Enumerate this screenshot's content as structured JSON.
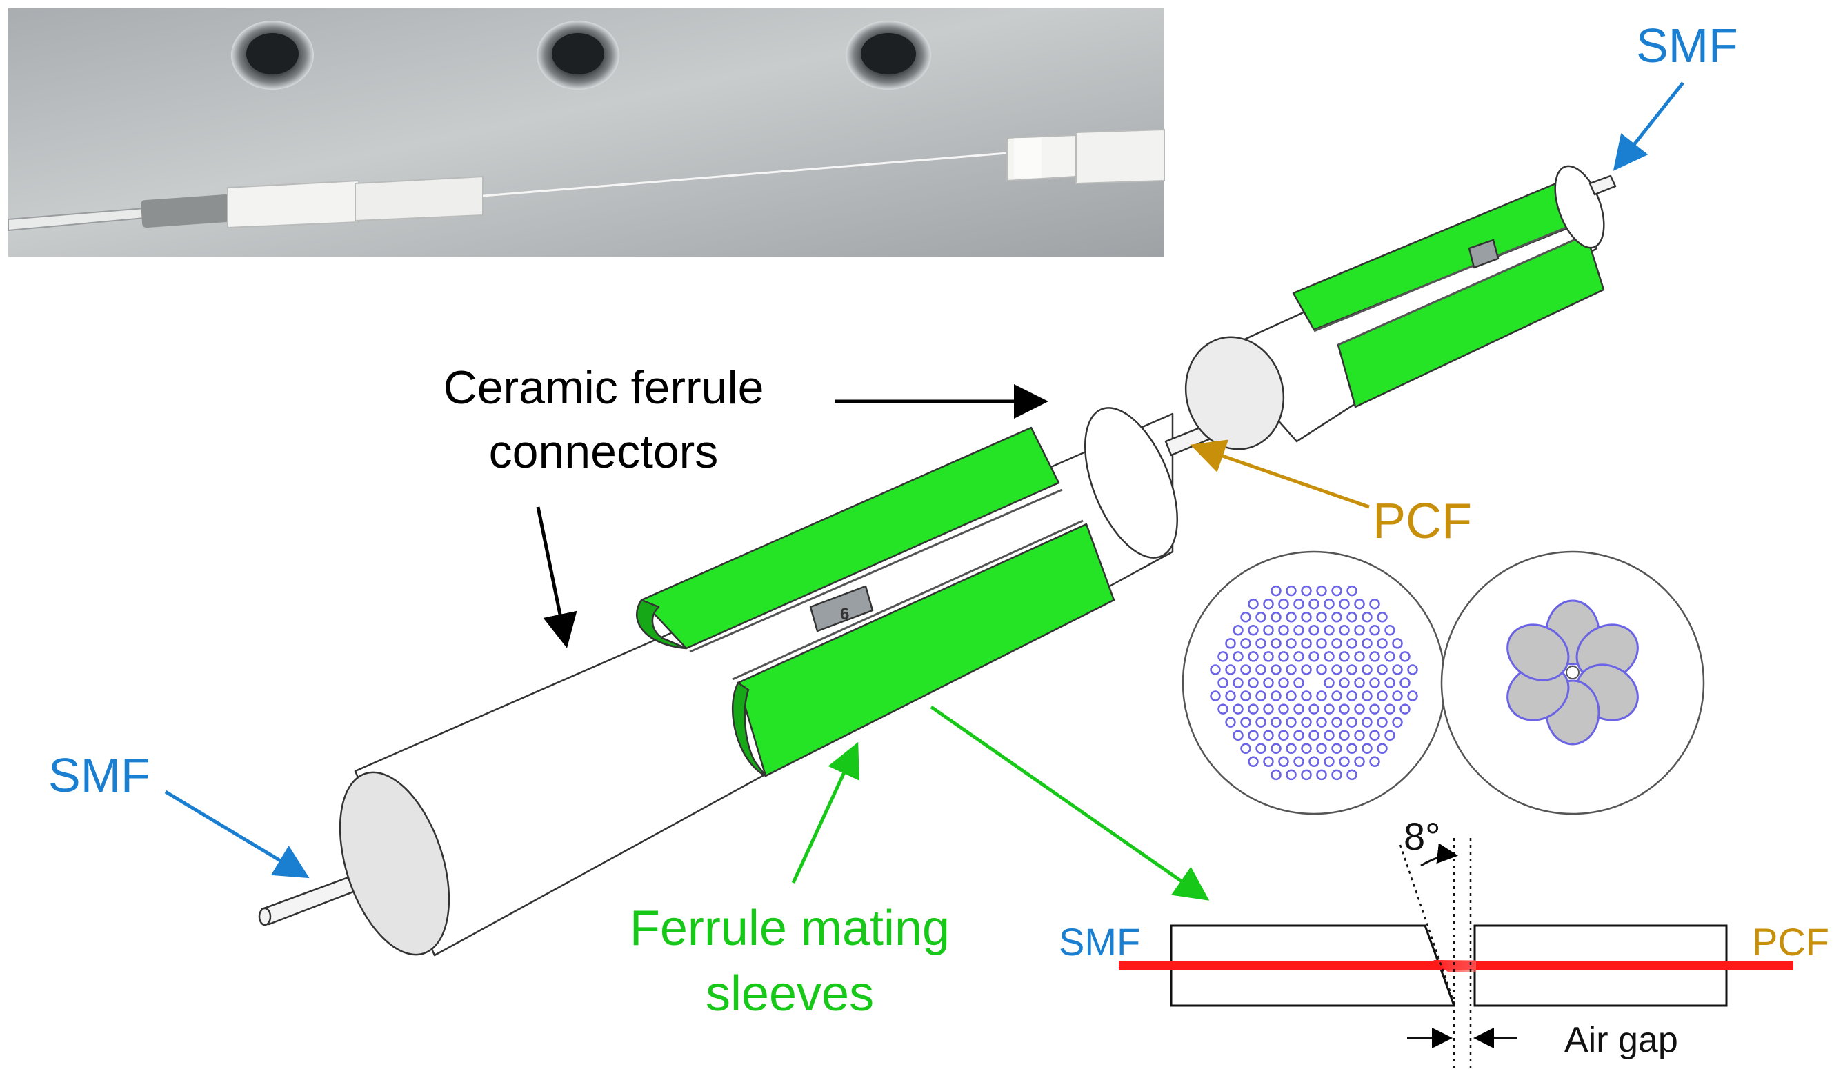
{
  "labels": {
    "smf_top": "SMF",
    "smf_left": "SMF",
    "ceramic_line1": "Ceramic ferrule",
    "ceramic_line2": "connectors",
    "pcf": "PCF",
    "sleeves_line1": "Ferrule mating",
    "sleeves_line2": "sleeves",
    "inset_smf": "SMF",
    "inset_pcf": "PCF",
    "angle": "8°",
    "air_gap": "Air gap",
    "key_mark": "6"
  },
  "colors": {
    "smf_blue": "#1a7fd0",
    "pcf_gold": "#c8900a",
    "sleeve_green": "#25e325",
    "label_green": "#18c818",
    "laser_red": "#ff1a1a",
    "hole_blue": "#6a63e6",
    "core_gray": "#c4c4c4"
  },
  "photo": {
    "description_icons": [
      "screw-hole-icon",
      "fiber-connector-photo"
    ]
  }
}
